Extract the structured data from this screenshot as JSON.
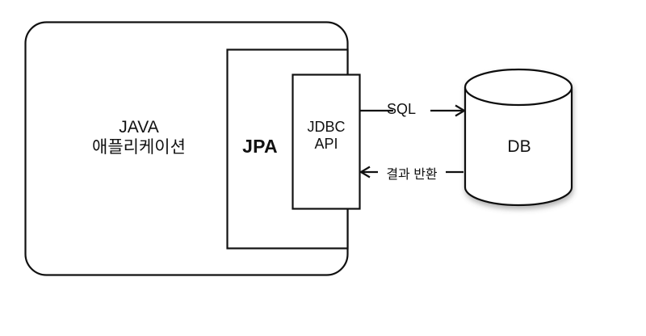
{
  "diagram": {
    "title": "JPA / JDBC / DB architecture diagram",
    "background_color": "#ffffff",
    "stroke_color": "#111111",
    "nodes": {
      "java_app": {
        "name": "java-application-box",
        "shape": "rounded-rectangle",
        "label": "JAVA\n애플리케이션"
      },
      "jpa": {
        "name": "jpa-box",
        "shape": "rectangle",
        "label": "JPA"
      },
      "jdbc_api": {
        "name": "jdbc-api-box",
        "shape": "rectangle",
        "label": "JDBC\nAPI"
      },
      "db": {
        "name": "db-cylinder",
        "shape": "cylinder",
        "label": "DB"
      }
    },
    "edges": [
      {
        "name": "sql-arrow",
        "label": "SQL",
        "from": "jdbc_api",
        "to": "db",
        "direction": "right"
      },
      {
        "name": "result-return-arrow",
        "label": "결과 반환",
        "from": "db",
        "to": "jdbc_api",
        "direction": "left"
      }
    ]
  }
}
